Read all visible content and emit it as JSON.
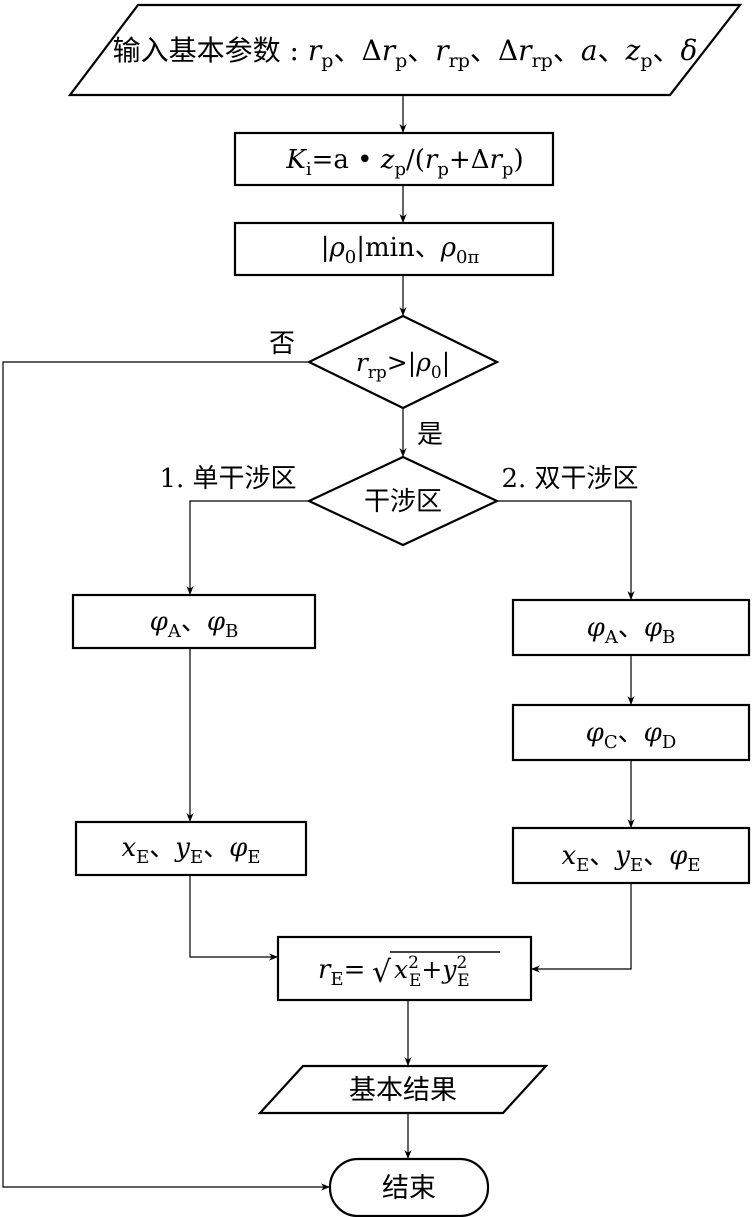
{
  "nodes": {
    "input": {
      "label": "输入基本参数 : "
    },
    "sqrt_symbol": "√",
    "ki_func": "a • ",
    "minfunc": "min",
    "rho0_pi_sub": "0π",
    "branch": {
      "label": "干涉区",
      "left": "1. 单干涉区",
      "right": "2. 双干涉区"
    },
    "output": {
      "label": "基本结果"
    },
    "end": {
      "label": "结束"
    }
  },
  "edges": {
    "no": "否",
    "yes": "是"
  },
  "symbols": {
    "r": "r",
    "K": "K",
    "z": "z",
    "x": "x",
    "y": "y",
    "a": "a",
    "delta": "δ",
    "Delta": "Δ",
    "rho": "ρ",
    "phi": "φ"
  },
  "subs": {
    "p": "p",
    "rp": "rp",
    "i": "i",
    "zero": "0",
    "A": "A",
    "B": "B",
    "C": "C",
    "D": "D",
    "E": "E",
    "two": "2"
  },
  "ops": {
    "sep": "、",
    "eq": "=",
    "slash": "/(",
    "plus": "+",
    "rparen": ")",
    "gt": ">",
    "bar": "|"
  }
}
